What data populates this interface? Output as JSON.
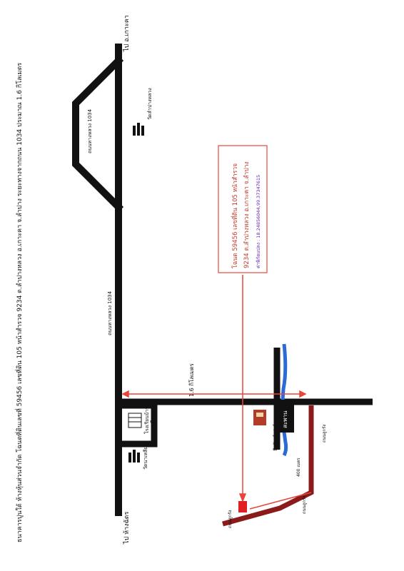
{
  "header_caption": "ธนาคารปูนใต้ ห้างหุ้นส่วนจำกัด โฉนดที่ดินเลขที่ 59456 เลขที่ดิน 105 หน้าสำรวจ 9234 ต.ลำปางหลวง อ.เกาะคา จ.ลำปาง ระยะทางจากถนน 1034 ประมาณ 1.6 กิโลเมตร",
  "labels": {
    "to_kokha": "ไป อ.เกาะคา",
    "to_hangchat": "ไป ห้างฉัตร",
    "road_1034_upper": "ถนนทางหลวง 1034",
    "road_1034_lower": "ถนนทางหลวง 1034",
    "wat_lampang_luang": "วัดลำปางหลวง",
    "school": "โรงเรียนบ้าน",
    "school_line2": "เหลียว",
    "wat_left": "วัดนาเหลียว",
    "distance": "1.6 กิโลเมตร",
    "bridge": "สะพาน",
    "shop": "ธีรวัฒน์ ฟาร์มหมู",
    "soil_road_1": "ถนนลูกรัง",
    "soil_road_2": "ถนนลูกรัง",
    "soil_road_3": "ถนนลูกรัง",
    "dist_400": "400 เมตร"
  },
  "info_box": {
    "line1": "โฉนด 59456  เลขที่ดิน  105  หน้าสำรวจ",
    "line2": "9234  ต.ลำปางหลวง  อ.เกาะคา  จ.ลำปาง",
    "line3": "ค่าพิกัดแปลง : 18.24856044,99.37347615"
  },
  "colors": {
    "road": "#111111",
    "soil_road": "#8b1a1a",
    "river": "#2a6bd6",
    "arrow": "#e8453c",
    "box_text_red": "#c0392b",
    "coord_text": "#6a2bb0",
    "site_marker": "#e02020"
  },
  "icons": [
    "temple-icon",
    "school-icon",
    "shop-icon",
    "bridge-icon",
    "site-marker-icon"
  ]
}
